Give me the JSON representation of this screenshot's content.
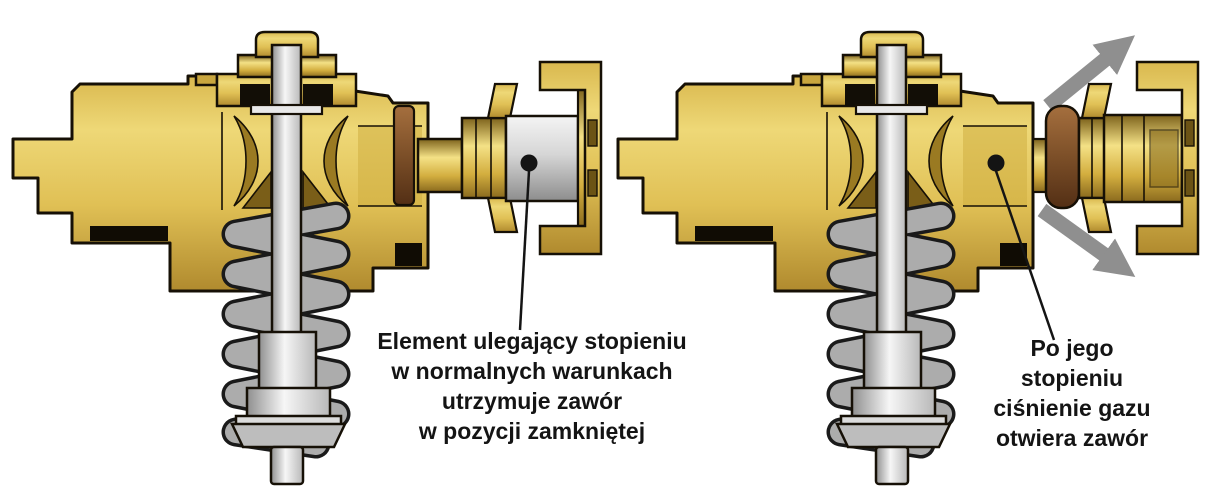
{
  "diagram": {
    "type": "technical-cutaway",
    "subject": "gas safety valve with fusible element",
    "panels": {
      "left": {
        "state": "valve-closed-normal-conditions",
        "annotation_lines": [
          "Element ulegający stopieniu",
          "w normalnych warunkach",
          "utrzymuje zawór",
          "w pozycji zamkniętej"
        ]
      },
      "right": {
        "state": "valve-open-after-element-melts",
        "annotation_lines": [
          "Po jego",
          "stopieniu",
          "ciśnienie gazu",
          "otwiera zawór"
        ]
      }
    },
    "colors": {
      "background": "#FFFFFF",
      "brass_body": "#E3C356",
      "brass_light": "#F2DF80",
      "brass_dark": "#A8842B",
      "steel_stem": "#D9D9D9",
      "fusible_element_silver": "#C9C9C9",
      "seal_ring_brown": "#7A4E27",
      "spring_gray": "#ACACAC",
      "gas_arrow_gray": "#8F8F8F",
      "outline_black": "#161006",
      "text_black": "#141414"
    }
  }
}
